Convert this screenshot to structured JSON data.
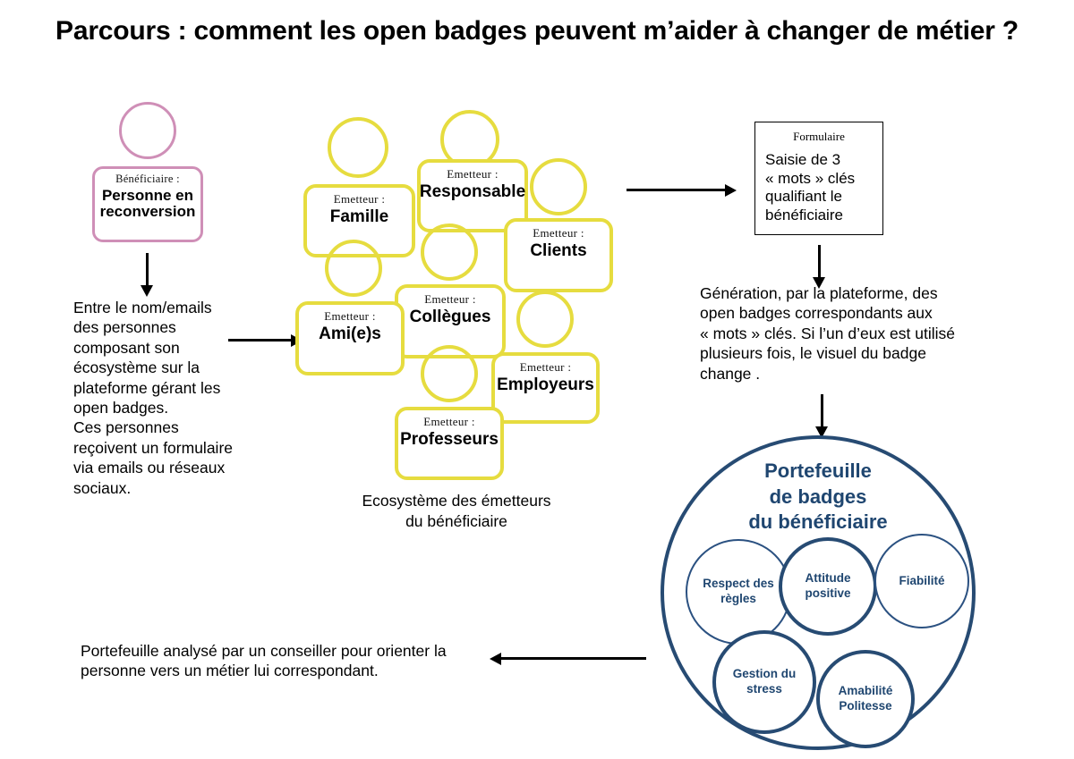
{
  "page": {
    "title": "Parcours : comment les open badges peuvent m’aider à changer de métier ?"
  },
  "beneficiary": {
    "role_label": "Bénéficiaire :",
    "name": "Personne\nen\nreconversion"
  },
  "left_text": {
    "paragraph": "Entre le nom/emails\ndes personnes\ncomposant son\nécosystème sur la\nplateforme gérant les\nopen badges.\nCes personnes\nreçoivent un formulaire\nvia emails ou réseaux\nsociaux."
  },
  "ecosystem": {
    "caption": "Ecosystème des émetteurs\ndu bénéficiaire",
    "emitter_label": "Emetteur :",
    "emitters": [
      {
        "name": "Famille"
      },
      {
        "name": "Responsable"
      },
      {
        "name": "Clients"
      },
      {
        "name": "Collègues"
      },
      {
        "name": "Ami(e)s"
      },
      {
        "name": "Employeurs"
      },
      {
        "name": "Professeurs"
      }
    ]
  },
  "formulaire": {
    "title": "Formulaire",
    "body": "Saisie de 3\n« mots » clés\nqualifiant le\nbénéficiaire"
  },
  "generation_text": {
    "paragraph": "Génération, par la plateforme, des\nopen badges correspondants aux\n« mots » clés. Si l’un d’eux est utilisé\nplusieurs fois, le visuel du badge\nchange ."
  },
  "portfolio": {
    "heading": "Portefeuille\nde badges\ndu bénéficiaire",
    "badges": [
      {
        "label": "Respect des\nrègles",
        "emphasis": "thin"
      },
      {
        "label": "Attitude\npositive",
        "emphasis": "thick"
      },
      {
        "label": "Fiabilité",
        "emphasis": "thin"
      },
      {
        "label": "Gestion du\nstress",
        "emphasis": "thick"
      },
      {
        "label": "Amabilité\nPolitesse",
        "emphasis": "thick"
      }
    ]
  },
  "conclusion_text": {
    "paragraph": "Portefeuille analysé par un conseiller pour orienter la\npersonne vers un métier lui correspondant."
  },
  "colors": {
    "pink": "#cf8fb7",
    "yellow": "#e6dc3f",
    "navy": "#1f4670",
    "navy_stroke": "#274b73",
    "black": "#000000"
  }
}
